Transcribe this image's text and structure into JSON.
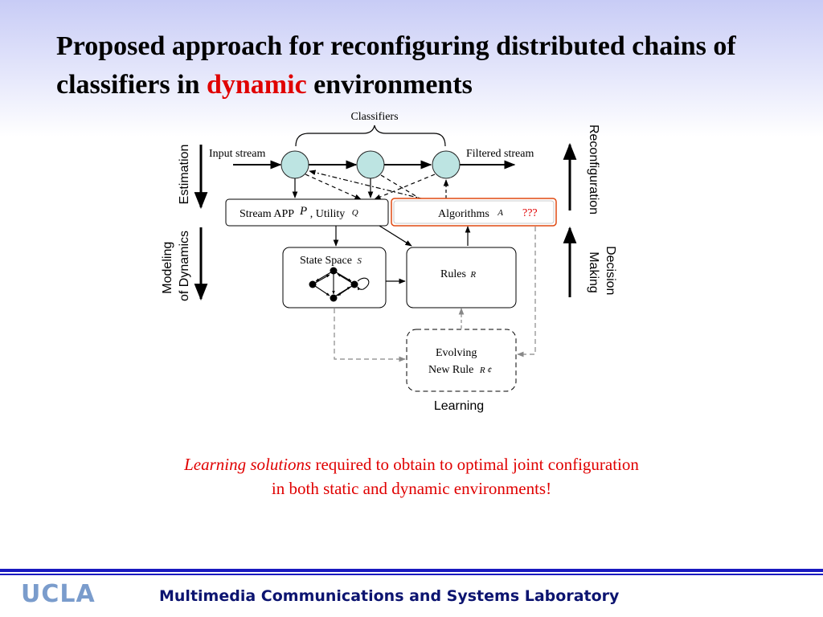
{
  "slide": {
    "title_part1": "Proposed approach for reconfiguring distributed chains of classifiers in ",
    "title_highlight": "dynamic",
    "title_part2": " environments"
  },
  "diagram": {
    "classifiers_label": "Classifiers",
    "input_stream": "Input stream",
    "filtered_stream": "Filtered stream",
    "stream_app_label": "Stream APP",
    "stream_app_sym": "P",
    "utility_label": ", Utility",
    "utility_sym": "Q",
    "algorithms_label": "Algorithms",
    "algorithms_sym": "A",
    "unknown_marker": "???",
    "state_space_label": "State Space",
    "state_space_sym": "S",
    "rules_label": "Rules",
    "rules_sym": "R",
    "evolving_line1": "Evolving",
    "evolving_line2": "New Rule",
    "new_rule_sym": "R ¢",
    "learning": "Learning",
    "estimation": "Estimation",
    "modeling_line1": "Modeling",
    "modeling_line2": "of Dynamics",
    "reconfiguration": "Reconfiguration",
    "decision_line1": "Decision",
    "decision_line2": "Making",
    "node_color": "#bde4e2",
    "highlight_border": "#e04a12"
  },
  "caption": {
    "italic_part": "Learning solutions",
    "line1_rest": " required to obtain to optimal joint configuration",
    "line2": "in both static and dynamic environments!"
  },
  "footer": {
    "logo": "UCLA",
    "lab": "Multimedia Communications and Systems Laboratory",
    "bar_color": "#1a1ac0"
  }
}
